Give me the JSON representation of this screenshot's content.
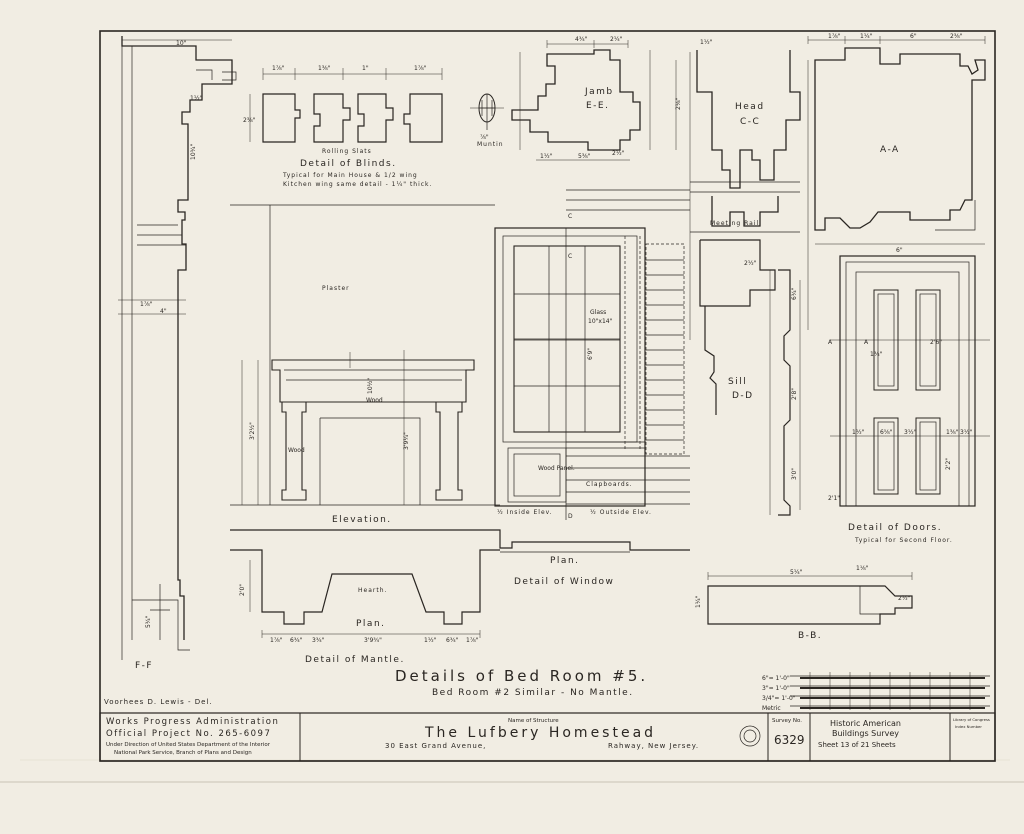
{
  "labels": {
    "blinds_title": "Detail of Blinds.",
    "blinds_note1": "Typical for Main House & 1/2 wing",
    "blinds_note2": "Kitchen wing same detail - 1¼\" thick.",
    "rolling_slats": "Rolling Slats",
    "muntin": "Muntin",
    "jamb": "Jamb",
    "jamb_sec": "E-E.",
    "head": "Head",
    "head_sec": "C-C",
    "meeting_rail": "Meeting Rail",
    "section_aa": "A-A",
    "plaster": "Plaster",
    "glass": "Glass",
    "glass_size": "10\"x14\"",
    "wood": "Wood",
    "wood_panel": "Wood Panel.",
    "clapboards": "Clapboards.",
    "sill": "Sill",
    "sill_sec": "D-D",
    "elevation": "Elevation.",
    "inside_elev": "½ Inside Elev.",
    "outside_elev": "½ Outside Elev.",
    "plan": "Plan.",
    "detail_window": "Detail of Window",
    "hearth": "Hearth.",
    "mantle_plan": "Plan.",
    "detail_mantle": "Detail of Mantle.",
    "detail_doors": "Detail of Doors.",
    "doors_note": "Typical for Second Floor.",
    "section_ff": "F-F",
    "section_bb": "B-B.",
    "main_title": "Details of Bed Room #5.",
    "subtitle": "Bed Room #2 Similar - No Mantle.",
    "delineator": "Voorhees D. Lewis - Del."
  },
  "scale_bar": {
    "rows": [
      "6\"= 1'-0\"",
      "3\"= 1'-0\"",
      "3/4\"= 1'-0\"",
      "Metric"
    ]
  },
  "title_block": {
    "agency": "Works Progress Administration",
    "project": "Official Project No. 265-6097",
    "direction1": "Under Direction of United States Department of the Interior",
    "direction2": "National Park Service, Branch of Plans and Design",
    "name_label": "Name of Structure",
    "structure": "The Lufbery Homestead",
    "address": "30 East Grand Avenue,",
    "city": "Rahway, New Jersey.",
    "survey_label": "Survey No.",
    "survey_no": "6329",
    "habs1": "Historic American",
    "habs2": "Buildings Survey",
    "sheet": "Sheet 13 of 21 Sheets",
    "library": "Library of Congress",
    "index": "Index Number"
  }
}
